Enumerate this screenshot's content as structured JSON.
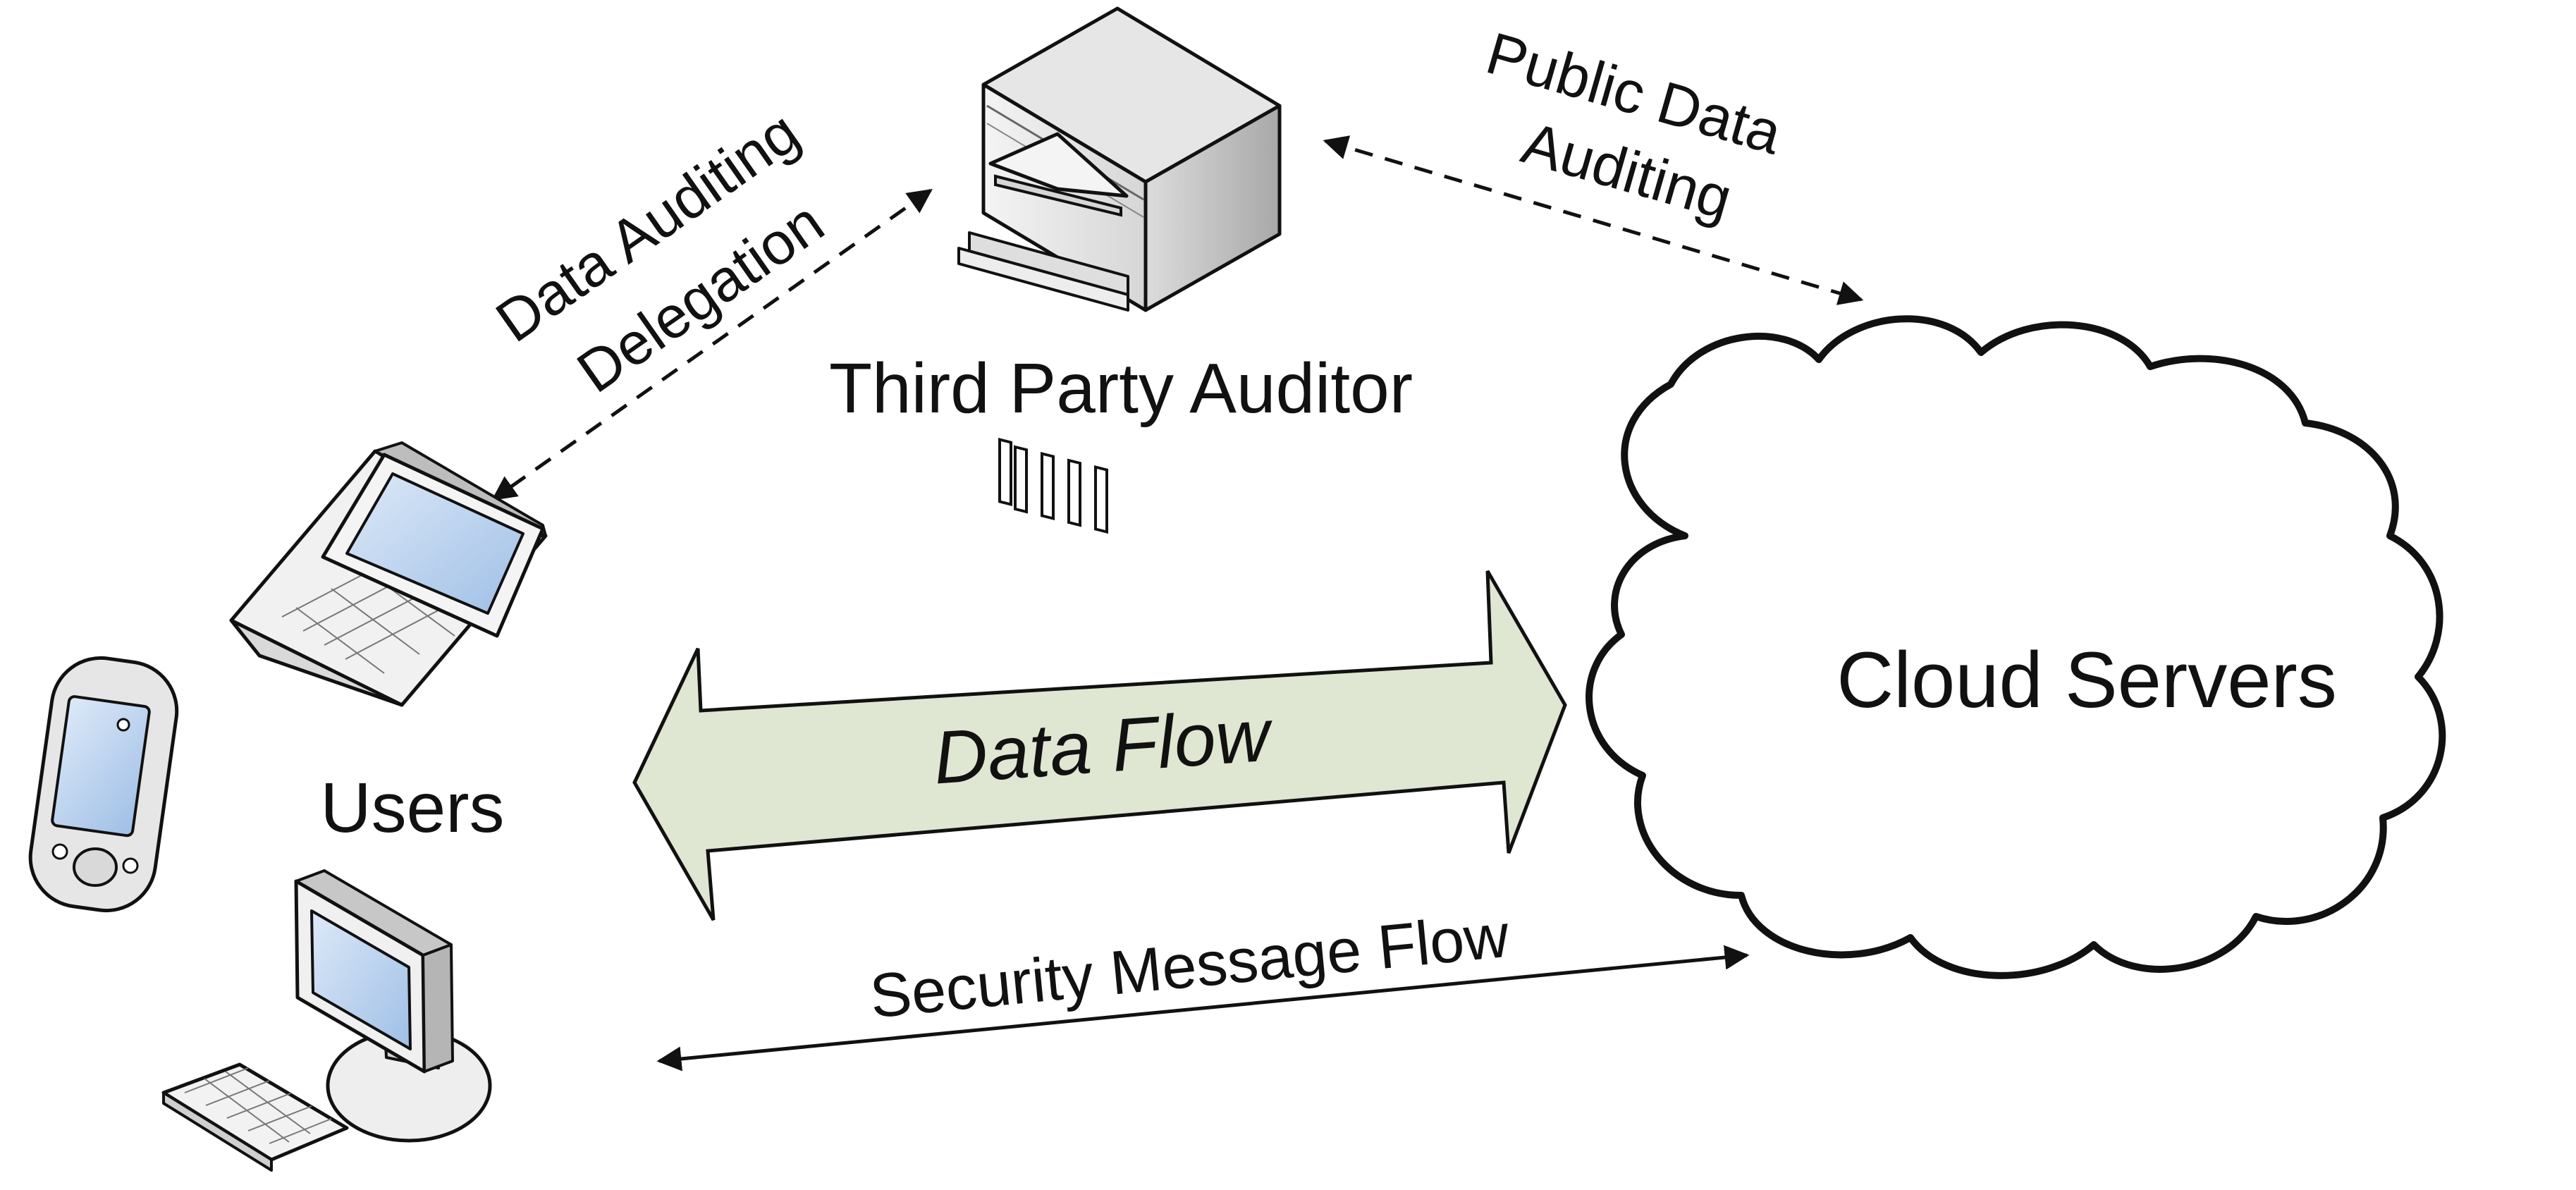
{
  "nodes": {
    "auditor": {
      "label": "Third Party Auditor",
      "icon": "bank-server-icon"
    },
    "users": {
      "label": "Users",
      "icons": [
        "laptop-icon",
        "pda-icon",
        "desktop-computer-icon"
      ]
    },
    "cloud": {
      "label": "Cloud Servers",
      "icon": "cloud-icon"
    }
  },
  "edges": {
    "delegation": {
      "line1": "Data Auditing",
      "line2": "Delegation",
      "style": "dashed",
      "direction": "both"
    },
    "public_auditing": {
      "line1": "Public Data",
      "line2": "Auditing",
      "style": "dashed",
      "direction": "both"
    },
    "data_flow": {
      "label": "Data Flow",
      "style": "block-arrow",
      "direction": "both"
    },
    "security": {
      "label": "Security Message Flow",
      "style": "solid",
      "direction": "both"
    }
  },
  "colors": {
    "data_flow_fill": "#dfe6d2",
    "stroke": "#111111",
    "screen": "#bcd3ef",
    "device_light": "#f2f2f2",
    "device_mid": "#cfcfcf"
  }
}
